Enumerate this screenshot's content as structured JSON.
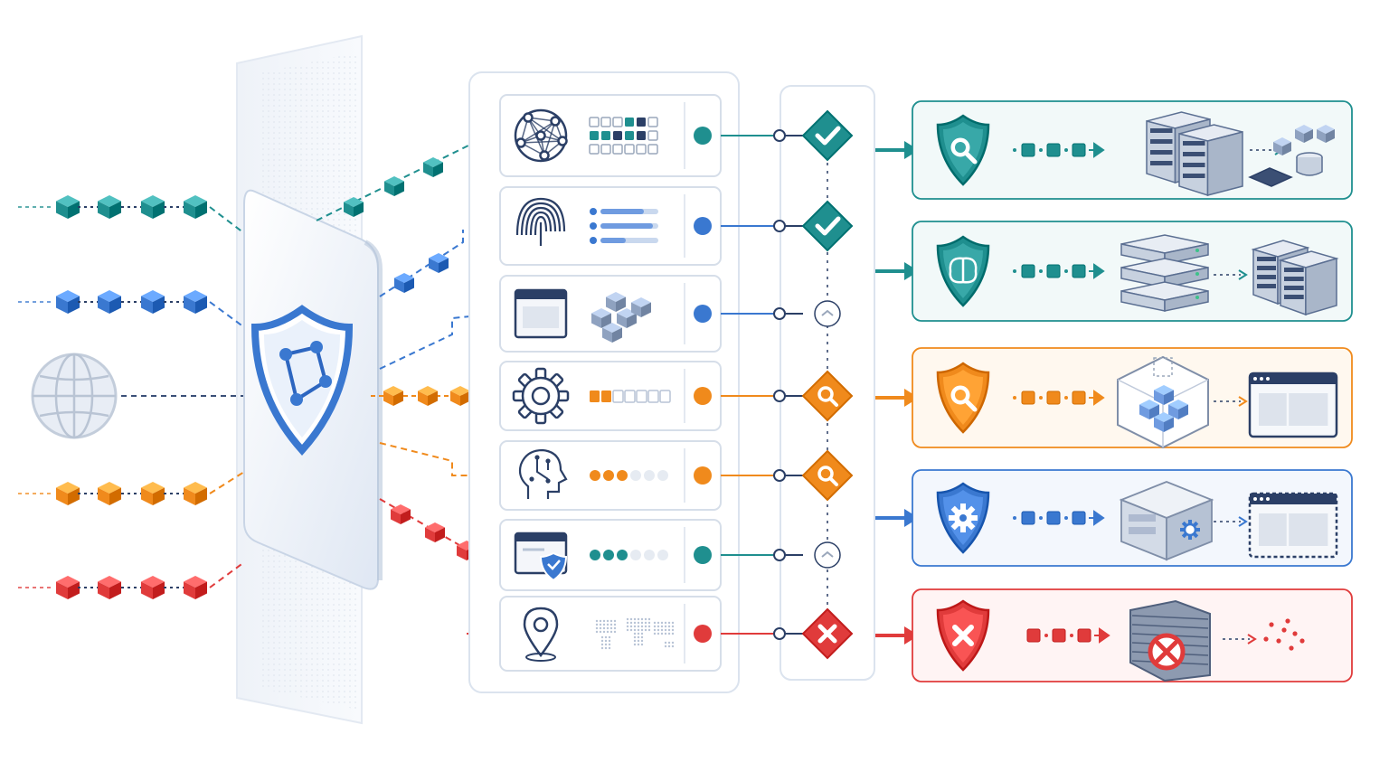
{
  "colors": {
    "teal": "#1f8f8f",
    "blue": "#3a78d0",
    "orange": "#f08a1c",
    "red": "#e03b3b",
    "navy": "#2b3f66",
    "grey": "#9aa7bb"
  },
  "inputs": [
    {
      "color": "teal",
      "icon": "cube-stream-icon"
    },
    {
      "color": "blue",
      "icon": "cube-stream-icon"
    },
    {
      "color": "grey",
      "icon": "globe-icon"
    },
    {
      "color": "orange",
      "icon": "cube-stream-icon"
    },
    {
      "color": "red",
      "icon": "cube-stream-icon"
    }
  ],
  "gateway": {
    "icon": "shield-network-icon"
  },
  "checks": [
    {
      "icon": "network-globe-icon",
      "detail": "grid-pattern-icon",
      "status": "teal",
      "decision": "approved"
    },
    {
      "icon": "fingerprint-icon",
      "detail": "slider-bars-icon",
      "status": "blue",
      "decision": "approved"
    },
    {
      "icon": "browser-window-icon",
      "detail": "cube-cluster-icon",
      "status": "blue",
      "decision": "pending"
    },
    {
      "icon": "gear-icon",
      "detail": "progress-squares-icon",
      "status": "orange",
      "decision": "review"
    },
    {
      "icon": "ai-head-icon",
      "detail": "progress-dots-icon",
      "status": "orange",
      "decision": "review"
    },
    {
      "icon": "secure-window-icon",
      "detail": "progress-dots-icon",
      "status": "teal",
      "decision": "pending"
    },
    {
      "icon": "location-pin-icon",
      "detail": "world-map-icon",
      "status": "red",
      "decision": "blocked"
    }
  ],
  "outcomes": [
    {
      "color": "teal",
      "shield": "search-shield-icon",
      "target": "server-stack-icon",
      "extra": "cubes-database-icon"
    },
    {
      "color": "teal",
      "shield": "brain-shield-icon",
      "target": "server-rack-icon",
      "extra": "server-stack-icon"
    },
    {
      "color": "orange",
      "shield": "search-shield-icon",
      "target": "cube-box-icon",
      "extra": "browser-window-icon"
    },
    {
      "color": "blue",
      "shield": "gear-shield-icon",
      "target": "gear-box-icon",
      "extra": "browser-window-icon"
    },
    {
      "color": "red",
      "shield": "block-shield-icon",
      "target": "firewall-icon",
      "extra": "scattered-dots-icon"
    }
  ]
}
